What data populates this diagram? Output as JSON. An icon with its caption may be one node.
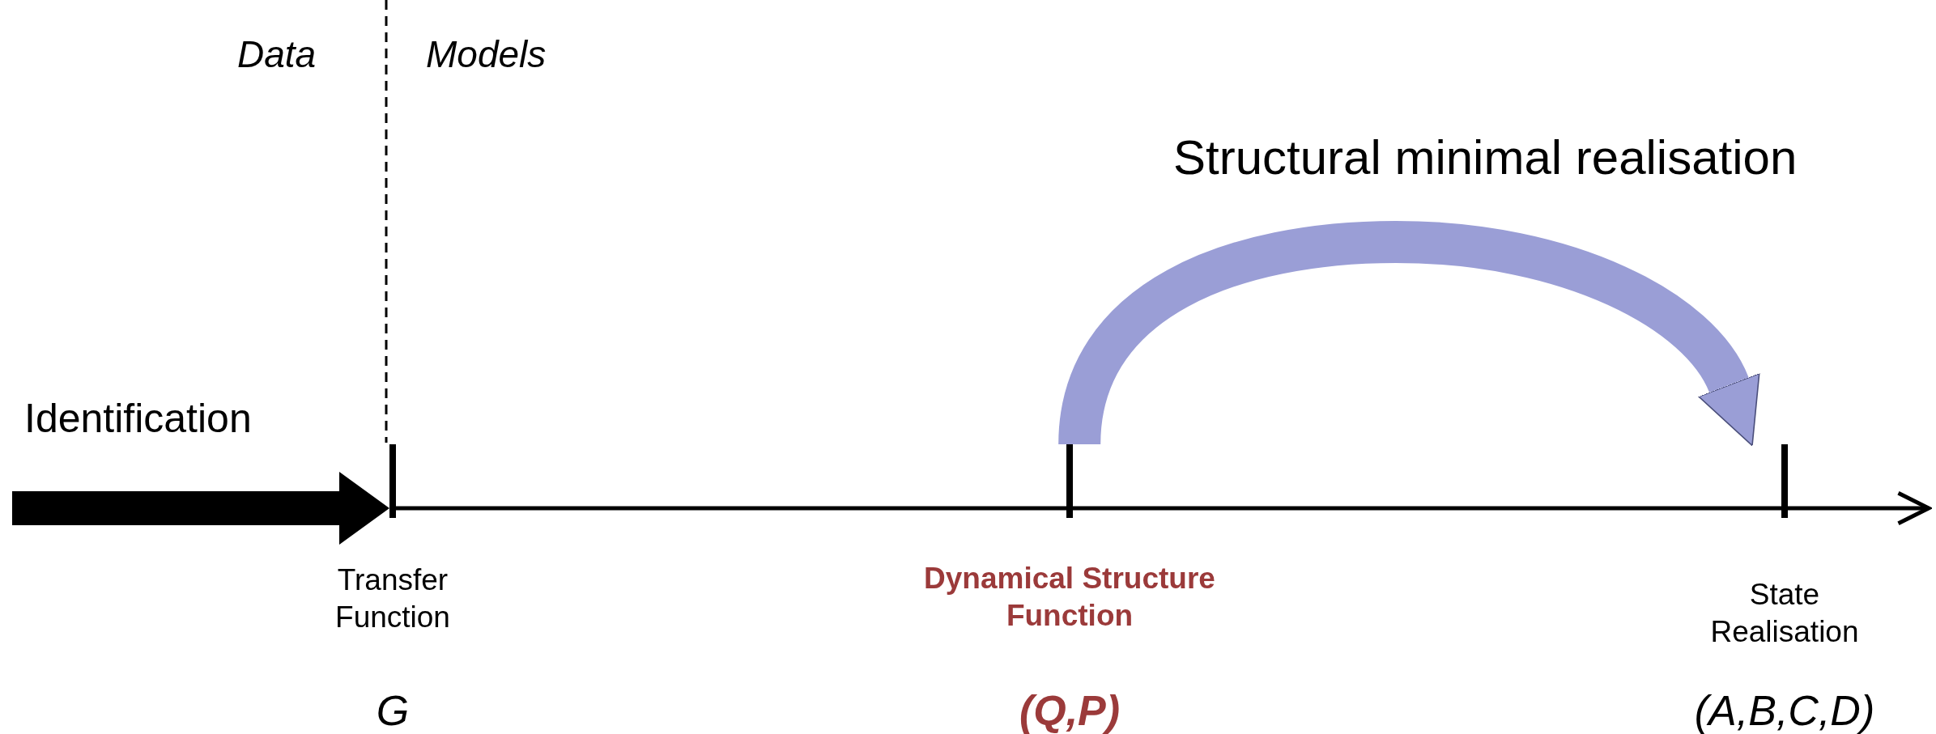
{
  "diagram": {
    "nodes": [
      {
        "text": [],
        "shape": "bar",
        "beside": [
          "Transfer Function",
          "G"
        ]
      },
      {
        "text": [],
        "shape": "bar",
        "beside": [
          "Dynamical Structure Function",
          "(Q,P)"
        ]
      },
      {
        "text": [],
        "shape": "bar",
        "beside": [
          "State Realisation",
          "(A,B,C,D)"
        ]
      }
    ],
    "edges": [
      {
        "from": null,
        "to": 0,
        "arrow": "to",
        "label": "Identification",
        "style": "thick"
      },
      {
        "from": 0,
        "to": 1,
        "arrow": "none"
      },
      {
        "from": 1,
        "to": 2,
        "arrow": "none"
      },
      {
        "from": 2,
        "to": null,
        "arrow": "to"
      },
      {
        "from": 1,
        "to": 2,
        "arrow": "to",
        "label": "Structural minimal realisation",
        "style": "thick",
        "color": "#9a9ed6"
      }
    ],
    "labels": [
      "Data",
      "Models"
    ]
  }
}
